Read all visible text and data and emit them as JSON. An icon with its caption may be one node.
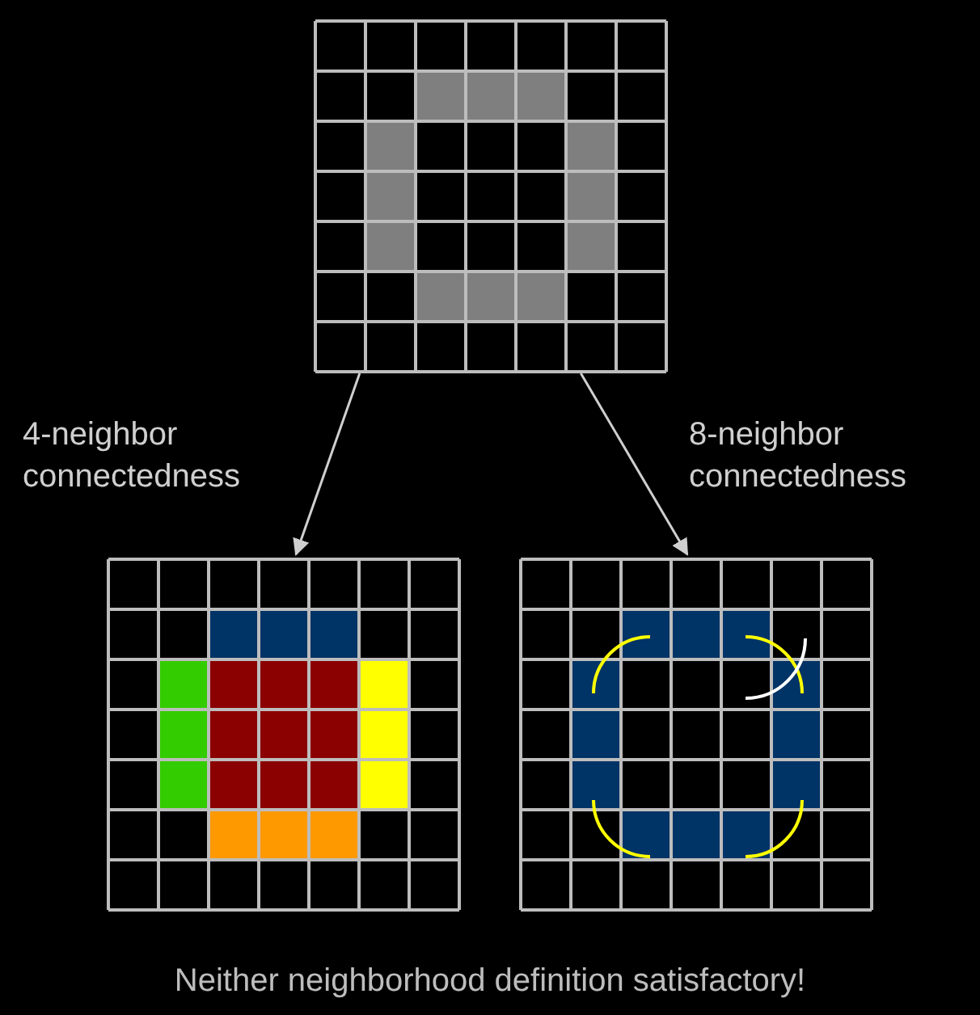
{
  "diagram": {
    "caption": "Neither neighborhood definition satisfactory!",
    "nodes": [
      {
        "text": [],
        "shape": "picture"
      },
      {
        "text": [],
        "shape": "picture"
      },
      {
        "text": [],
        "shape": "picture"
      }
    ],
    "edges": [
      {
        "from": 0,
        "to": 1,
        "arrow": "to",
        "label": "4-neighbor connectedness"
      },
      {
        "from": 0,
        "to": 2,
        "arrow": "to",
        "label": "8-neighbor connectedness"
      }
    ]
  }
}
